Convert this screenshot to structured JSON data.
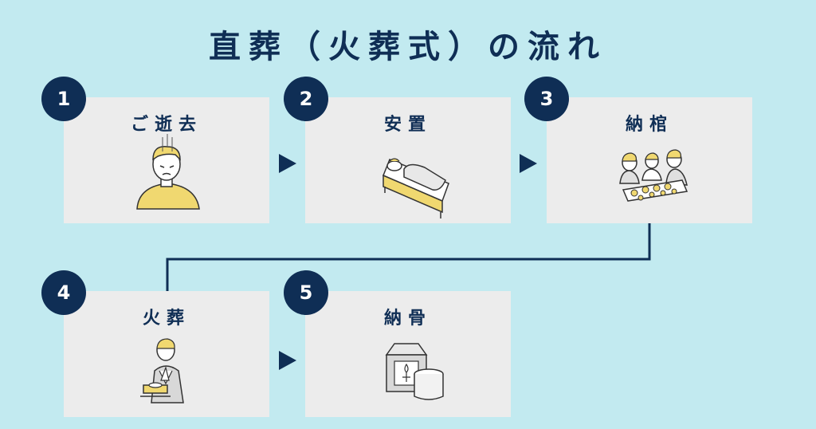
{
  "title": "直葬（火葬式）の流れ",
  "steps": [
    {
      "number": "1",
      "label": "ご逝去",
      "icon": "grieving-person-icon"
    },
    {
      "number": "2",
      "label": "安置",
      "icon": "body-in-bed-icon"
    },
    {
      "number": "3",
      "label": "納棺",
      "icon": "family-placing-flowers-icon"
    },
    {
      "number": "4",
      "label": "火葬",
      "icon": "praying-person-icon"
    },
    {
      "number": "5",
      "label": "納骨",
      "icon": "urn-box-icon"
    }
  ],
  "colors": {
    "background": "#c2eaf0",
    "card": "#ececec",
    "accent": "#0f2e55",
    "badge_text": "#ffffff",
    "illustration_yellow": "#f0d870"
  }
}
